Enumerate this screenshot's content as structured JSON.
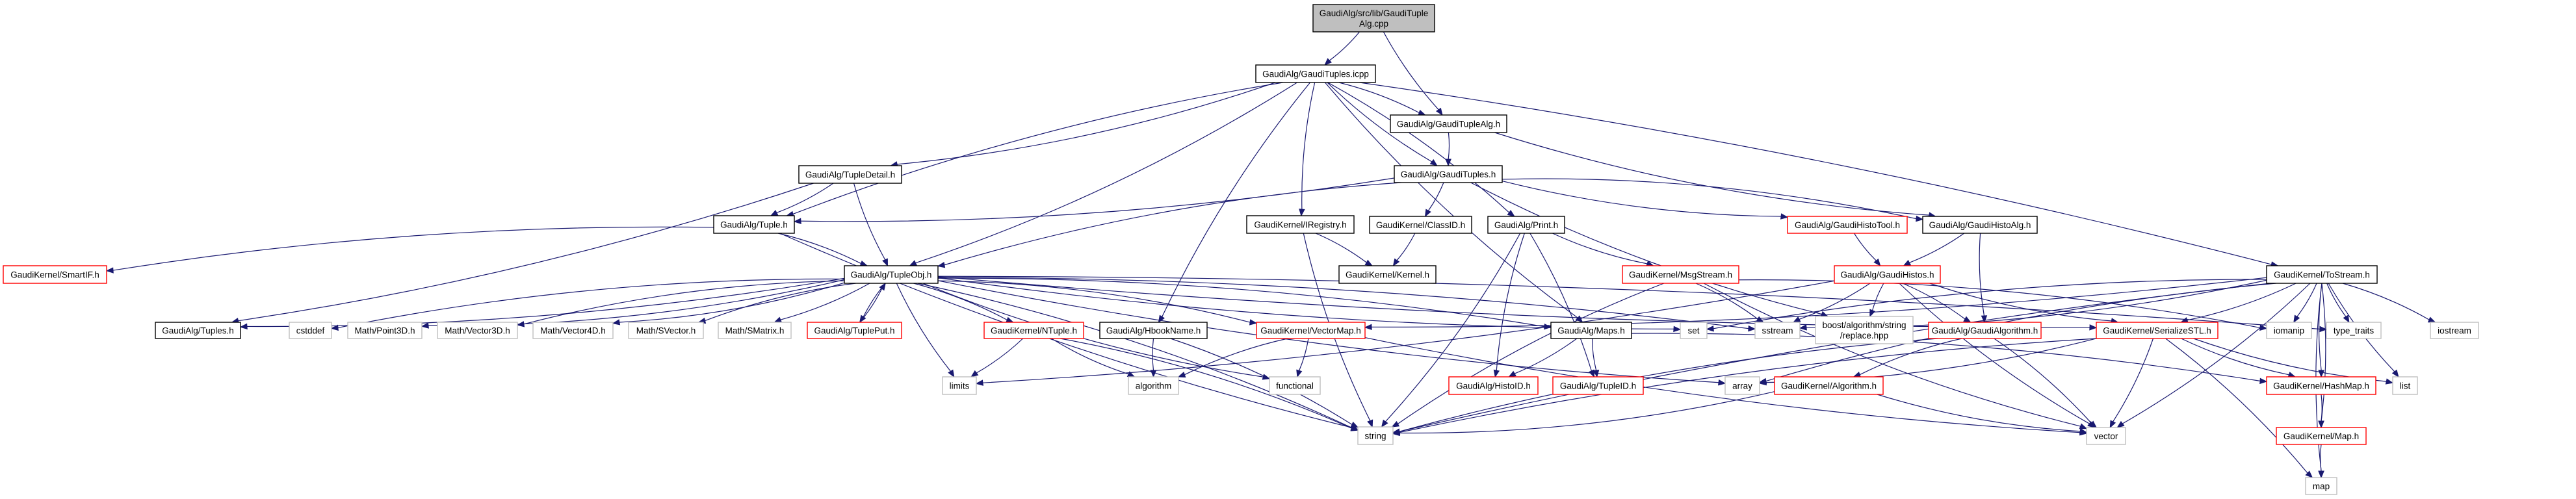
{
  "diagram": {
    "title": "GaudiAlg/src/lib/GaudiTupleAlg.cpp include dependency graph",
    "colors": {
      "edge": "#191970",
      "documented_border": "#000000",
      "undocumented_border": "#ff0000",
      "external_border": "#bfbfbf",
      "root_fill": "#bfbfbf"
    },
    "nodes": [
      {
        "id": "root",
        "lines": [
          "GaudiAlg/src/lib/GaudiTuple",
          "Alg.cpp"
        ],
        "kind": "root"
      },
      {
        "id": "icpp",
        "lines": [
          "GaudiAlg/GaudiTuples.icpp"
        ],
        "kind": "doc"
      },
      {
        "id": "tuplealg",
        "lines": [
          "GaudiAlg/GaudiTupleAlg.h"
        ],
        "kind": "doc"
      },
      {
        "id": "tuplesh",
        "lines": [
          "GaudiAlg/GaudiTuples.h"
        ],
        "kind": "doc"
      },
      {
        "id": "tupledetail",
        "lines": [
          "GaudiAlg/TupleDetail.h"
        ],
        "kind": "doc"
      },
      {
        "id": "tuple",
        "lines": [
          "GaudiAlg/Tuple.h"
        ],
        "kind": "doc"
      },
      {
        "id": "smartif",
        "lines": [
          "GaudiKernel/SmartIF.h"
        ],
        "kind": "undoc"
      },
      {
        "id": "tupleobj",
        "lines": [
          "GaudiAlg/TupleObj.h"
        ],
        "kind": "doc"
      },
      {
        "id": "iregistry",
        "lines": [
          "GaudiKernel/IRegistry.h"
        ],
        "kind": "doc"
      },
      {
        "id": "classid",
        "lines": [
          "GaudiKernel/ClassID.h"
        ],
        "kind": "doc"
      },
      {
        "id": "print",
        "lines": [
          "GaudiAlg/Print.h"
        ],
        "kind": "doc"
      },
      {
        "id": "kernel",
        "lines": [
          "GaudiKernel/Kernel.h"
        ],
        "kind": "doc"
      },
      {
        "id": "msgstream",
        "lines": [
          "GaudiKernel/MsgStream.h"
        ],
        "kind": "undoc"
      },
      {
        "id": "histotool",
        "lines": [
          "GaudiAlg/GaudiHistoTool.h"
        ],
        "kind": "undoc"
      },
      {
        "id": "histoalg",
        "lines": [
          "GaudiAlg/GaudiHistoAlg.h"
        ],
        "kind": "doc"
      },
      {
        "id": "histos",
        "lines": [
          "GaudiAlg/GaudiHistos.h"
        ],
        "kind": "undoc"
      },
      {
        "id": "tostream",
        "lines": [
          "GaudiKernel/ToStream.h"
        ],
        "kind": "doc"
      },
      {
        "id": "tuples",
        "lines": [
          "GaudiAlg/Tuples.h"
        ],
        "kind": "doc"
      },
      {
        "id": "cstddef",
        "lines": [
          "cstddef"
        ],
        "kind": "ext"
      },
      {
        "id": "point3d",
        "lines": [
          "Math/Point3D.h"
        ],
        "kind": "ext"
      },
      {
        "id": "vector3d",
        "lines": [
          "Math/Vector3D.h"
        ],
        "kind": "ext"
      },
      {
        "id": "vector4d",
        "lines": [
          "Math/Vector4D.h"
        ],
        "kind": "ext"
      },
      {
        "id": "svector",
        "lines": [
          "Math/SVector.h"
        ],
        "kind": "ext"
      },
      {
        "id": "smatrix",
        "lines": [
          "Math/SMatrix.h"
        ],
        "kind": "ext"
      },
      {
        "id": "tupleput",
        "lines": [
          "GaudiAlg/TuplePut.h"
        ],
        "kind": "undoc"
      },
      {
        "id": "ntuple",
        "lines": [
          "GaudiKernel/NTuple.h"
        ],
        "kind": "undoc"
      },
      {
        "id": "hbook",
        "lines": [
          "GaudiAlg/HbookName.h"
        ],
        "kind": "doc"
      },
      {
        "id": "vectormap",
        "lines": [
          "GaudiKernel/VectorMap.h"
        ],
        "kind": "undoc"
      },
      {
        "id": "maps",
        "lines": [
          "GaudiAlg/Maps.h"
        ],
        "kind": "doc"
      },
      {
        "id": "set",
        "lines": [
          "set"
        ],
        "kind": "ext"
      },
      {
        "id": "sstream",
        "lines": [
          "sstream"
        ],
        "kind": "ext"
      },
      {
        "id": "boost",
        "lines": [
          "boost/algorithm/string",
          "/replace.hpp"
        ],
        "kind": "ext"
      },
      {
        "id": "gaudialgorithm",
        "lines": [
          "GaudiAlg/GaudiAlgorithm.h"
        ],
        "kind": "undoc"
      },
      {
        "id": "serialize",
        "lines": [
          "GaudiKernel/SerializeSTL.h"
        ],
        "kind": "undoc"
      },
      {
        "id": "iomanip",
        "lines": [
          "iomanip"
        ],
        "kind": "ext"
      },
      {
        "id": "typetraits",
        "lines": [
          "type_traits"
        ],
        "kind": "ext"
      },
      {
        "id": "iostream",
        "lines": [
          "iostream"
        ],
        "kind": "ext"
      },
      {
        "id": "limits",
        "lines": [
          "limits"
        ],
        "kind": "ext"
      },
      {
        "id": "algorithm",
        "lines": [
          "algorithm"
        ],
        "kind": "ext"
      },
      {
        "id": "functional",
        "lines": [
          "functional"
        ],
        "kind": "ext"
      },
      {
        "id": "histoid",
        "lines": [
          "GaudiAlg/HistoID.h"
        ],
        "kind": "undoc"
      },
      {
        "id": "tupleid",
        "lines": [
          "GaudiAlg/TupleID.h"
        ],
        "kind": "undoc"
      },
      {
        "id": "array",
        "lines": [
          "array"
        ],
        "kind": "ext"
      },
      {
        "id": "kalgorithm",
        "lines": [
          "GaudiKernel/Algorithm.h"
        ],
        "kind": "undoc"
      },
      {
        "id": "hashmap",
        "lines": [
          "GaudiKernel/HashMap.h"
        ],
        "kind": "undoc"
      },
      {
        "id": "list",
        "lines": [
          "list"
        ],
        "kind": "ext"
      },
      {
        "id": "string",
        "lines": [
          "string"
        ],
        "kind": "ext"
      },
      {
        "id": "vector",
        "lines": [
          "vector"
        ],
        "kind": "ext"
      },
      {
        "id": "kmap",
        "lines": [
          "GaudiKernel/Map.h"
        ],
        "kind": "undoc"
      },
      {
        "id": "map",
        "lines": [
          "map"
        ],
        "kind": "ext"
      }
    ],
    "edges": [
      [
        "root",
        "icpp"
      ],
      [
        "root",
        "tuplealg"
      ],
      [
        "icpp",
        "tuplealg"
      ],
      [
        "icpp",
        "tuplesh"
      ],
      [
        "icpp",
        "tupledetail"
      ],
      [
        "icpp",
        "tuple"
      ],
      [
        "icpp",
        "tupleobj"
      ],
      [
        "icpp",
        "iregistry"
      ],
      [
        "icpp",
        "print"
      ],
      [
        "icpp",
        "hbook"
      ],
      [
        "icpp",
        "tostream"
      ],
      [
        "icpp",
        "maps"
      ],
      [
        "tuplealg",
        "tuplesh"
      ],
      [
        "tuplealg",
        "histoalg"
      ],
      [
        "tuplesh",
        "tuple"
      ],
      [
        "tuplesh",
        "tupleobj"
      ],
      [
        "tuplesh",
        "classid"
      ],
      [
        "tuplesh",
        "histotool"
      ],
      [
        "tuplesh",
        "histoalg"
      ],
      [
        "tuplesh",
        "boost"
      ],
      [
        "tupledetail",
        "tuple"
      ],
      [
        "tupledetail",
        "tupleobj"
      ],
      [
        "tupledetail",
        "tuples"
      ],
      [
        "tuple",
        "smartif"
      ],
      [
        "tuple",
        "tupleobj"
      ],
      [
        "tuple",
        "string"
      ],
      [
        "tupleobj",
        "tuples"
      ],
      [
        "tupleobj",
        "cstddef"
      ],
      [
        "tupleobj",
        "point3d"
      ],
      [
        "tupleobj",
        "vector3d"
      ],
      [
        "tupleobj",
        "vector4d"
      ],
      [
        "tupleobj",
        "svector"
      ],
      [
        "tupleobj",
        "smatrix"
      ],
      [
        "tupleobj",
        "tupleput"
      ],
      [
        "tupleobj",
        "ntuple"
      ],
      [
        "tupleobj",
        "limits"
      ],
      [
        "tupleobj",
        "vectormap"
      ],
      [
        "tupleobj",
        "functional"
      ],
      [
        "tupleobj",
        "maps"
      ],
      [
        "tupleobj",
        "set"
      ],
      [
        "tupleobj",
        "sstream"
      ],
      [
        "tupleobj",
        "serialize"
      ],
      [
        "tupleobj",
        "string"
      ],
      [
        "tupleobj",
        "array"
      ],
      [
        "tupleobj",
        "typetraits"
      ],
      [
        "tupleput",
        "tupleobj"
      ],
      [
        "iregistry",
        "kernel"
      ],
      [
        "iregistry",
        "string"
      ],
      [
        "classid",
        "kernel"
      ],
      [
        "print",
        "msgstream"
      ],
      [
        "print",
        "string"
      ],
      [
        "print",
        "histoid"
      ],
      [
        "print",
        "tupleid"
      ],
      [
        "msgstream",
        "string"
      ],
      [
        "msgstream",
        "sstream"
      ],
      [
        "msgstream",
        "vector"
      ],
      [
        "msgstream",
        "iomanip"
      ],
      [
        "histotool",
        "histos"
      ],
      [
        "histoalg",
        "histos"
      ],
      [
        "histoalg",
        "gaudialgorithm"
      ],
      [
        "histos",
        "gaudialgorithm"
      ],
      [
        "histos",
        "boost"
      ],
      [
        "histos",
        "limits"
      ],
      [
        "histos",
        "serialize"
      ],
      [
        "histos",
        "sstream"
      ],
      [
        "histos",
        "vector"
      ],
      [
        "tostream",
        "iomanip"
      ],
      [
        "tostream",
        "typetraits"
      ],
      [
        "tostream",
        "iostream"
      ],
      [
        "tostream",
        "list"
      ],
      [
        "tostream",
        "serialize"
      ],
      [
        "tostream",
        "hashmap"
      ],
      [
        "tostream",
        "kmap"
      ],
      [
        "tostream",
        "map"
      ],
      [
        "tostream",
        "vector"
      ],
      [
        "tostream",
        "set"
      ],
      [
        "tostream",
        "vectormap"
      ],
      [
        "tostream",
        "string"
      ],
      [
        "tostream",
        "sstream"
      ],
      [
        "tostream",
        "array"
      ],
      [
        "ntuple",
        "limits"
      ],
      [
        "ntuple",
        "algorithm"
      ],
      [
        "ntuple",
        "string"
      ],
      [
        "hbook",
        "algorithm"
      ],
      [
        "hbook",
        "string"
      ],
      [
        "vectormap",
        "algorithm"
      ],
      [
        "vectormap",
        "functional"
      ],
      [
        "vectormap",
        "vector"
      ],
      [
        "maps",
        "histoid"
      ],
      [
        "maps",
        "tupleid"
      ],
      [
        "maps",
        "hashmap"
      ],
      [
        "gaudialgorithm",
        "kalgorithm"
      ],
      [
        "gaudialgorithm",
        "vector"
      ],
      [
        "gaudialgorithm",
        "string"
      ],
      [
        "kalgorithm",
        "string"
      ],
      [
        "kalgorithm",
        "vector"
      ],
      [
        "serialize",
        "vector"
      ],
      [
        "serialize",
        "list"
      ],
      [
        "serialize",
        "map"
      ],
      [
        "serialize",
        "hashmap"
      ],
      [
        "serialize",
        "array"
      ],
      [
        "serialize",
        "string"
      ],
      [
        "hashmap",
        "kmap"
      ],
      [
        "kmap",
        "map"
      ]
    ]
  }
}
